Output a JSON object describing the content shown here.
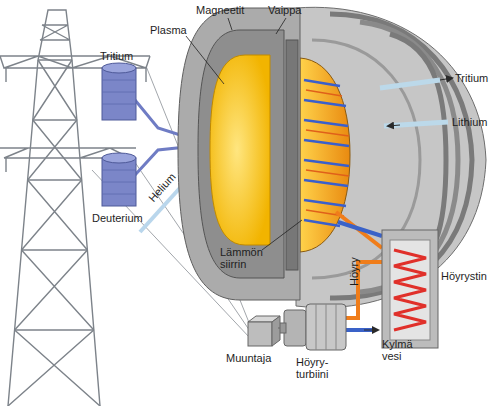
{
  "diagram": {
    "labels": [
      "Magneetit",
      "Vaippa",
      "Plasma",
      "Tritium",
      "Deuterium",
      "Helium",
      "Tritium",
      "Lithium",
      "Lämmön siirrin",
      "Höyry",
      "Höyrystin",
      "Kylmä vesi",
      "Muuntaja",
      "Höyry- turbiini"
    ]
  }
}
